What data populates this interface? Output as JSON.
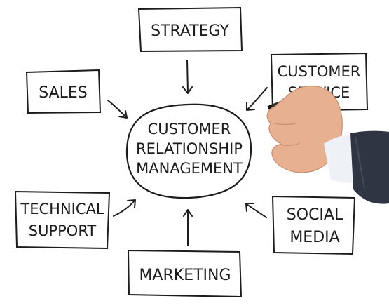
{
  "center": {
    "lines": [
      "CUSTOMER",
      "RELATIONSHIP",
      "MANAGEMENT"
    ]
  },
  "nodes": [
    {
      "id": "strategy",
      "lines": [
        "STRATEGY"
      ]
    },
    {
      "id": "sales",
      "lines": [
        "SALES"
      ]
    },
    {
      "id": "customer-service",
      "lines": [
        "CUSTOMER",
        "SERVICE"
      ]
    },
    {
      "id": "technical-support",
      "lines": [
        "TECHNICAL",
        "SUPPORT"
      ]
    },
    {
      "id": "social-media",
      "lines": [
        "SOCIAL",
        "MEDIA"
      ]
    },
    {
      "id": "marketing",
      "lines": [
        "MARKETING"
      ]
    }
  ],
  "colors": {
    "ink": "#1c1c1c",
    "background": "#ffffff",
    "sleeve": "#2f3542",
    "cuff": "#eef2f7",
    "skin": "#e7b191"
  }
}
